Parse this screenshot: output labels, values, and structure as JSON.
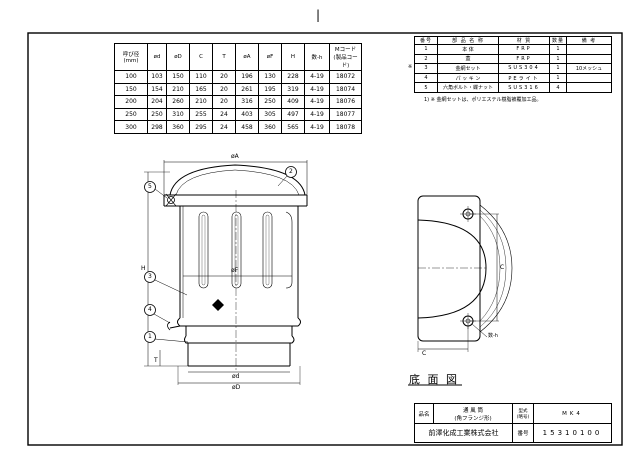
{
  "dims_table": {
    "headers": [
      "呼び径\n(mm)",
      "ød",
      "øD",
      "C",
      "T",
      "øA",
      "øF",
      "H",
      "数-h",
      "Mコード\n(製品コード)"
    ],
    "rows": [
      [
        "100",
        "103",
        "150",
        "110",
        "20",
        "196",
        "130",
        "228",
        "4-19",
        "18072"
      ],
      [
        "150",
        "154",
        "210",
        "165",
        "20",
        "261",
        "195",
        "319",
        "4-19",
        "18074"
      ],
      [
        "200",
        "204",
        "260",
        "210",
        "20",
        "316",
        "250",
        "409",
        "4-19",
        "18076"
      ],
      [
        "250",
        "250",
        "310",
        "255",
        "24",
        "403",
        "305",
        "497",
        "4-19",
        "18077"
      ],
      [
        "300",
        "298",
        "360",
        "295",
        "24",
        "458",
        "360",
        "565",
        "4-19",
        "18078"
      ]
    ]
  },
  "parts_table": {
    "headers": [
      "番号",
      "部 品 名 称",
      "材 質",
      "数量",
      "備 考"
    ],
    "rows": [
      [
        "1",
        "本 体",
        "FRP",
        "1",
        ""
      ],
      [
        "2",
        "蓋",
        "FRP",
        "1",
        ""
      ],
      [
        "3",
        "金網セット",
        "SUS304",
        "1",
        "10メッシュ"
      ],
      [
        "4",
        "パ ッ キ ン",
        "PEライト",
        "1",
        ""
      ],
      [
        "5",
        "六角ボルト・蝶ナット",
        "SUS316",
        "4",
        ""
      ]
    ],
    "row_mark": "※"
  },
  "note": "1) ※ 金網セットは、ポリエステル樹脂被覆加工品。",
  "drawing_labels": {
    "phiA": "øA",
    "phiF": "øF",
    "phid": "ød",
    "phiD": "øD",
    "H": "H",
    "T": "T",
    "C_bottom": "C",
    "C_side": "C",
    "holes": "数-h",
    "balloons": [
      "1",
      "2",
      "3",
      "4",
      "5"
    ],
    "bottom_view_title": "底 面 図"
  },
  "title_block": {
    "name_label": "品名",
    "name_value": "通 風 筒\n(角フランジ形)",
    "model_label": "型式\n(略号)",
    "model_value": "MK4",
    "company": "前澤化成工業株式会社",
    "number_label": "番号",
    "number_value": "15310100"
  },
  "top_tick": "|"
}
